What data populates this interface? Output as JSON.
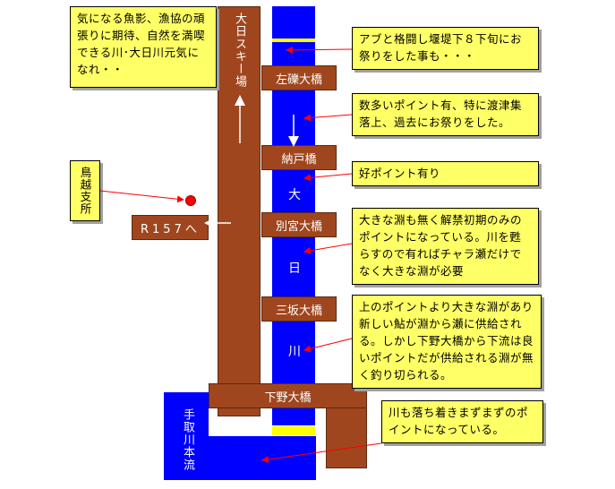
{
  "map": {
    "river_chars": [
      "大",
      "日",
      "川"
    ],
    "main_river_label": "手取川本流",
    "ski_label": "大日スキー場",
    "road_label": "R157へ",
    "office_label": "鳥越支所",
    "bridges": {
      "b1": "左礫大橋",
      "b2": "納戸橋",
      "b3": "別宮大橋",
      "b4": "三坂大橋",
      "b5": "下野大橋"
    }
  },
  "notes": {
    "top_left": "気になる魚影、漁協の頑張りに期待、自然を満喫できる川･大日川元気になれ・・",
    "n1": "アブと格闘し堰堤下８下旬にお祭りをした事も・・・",
    "n2": "数多いポイント有、特に渡津集落上、過去にお祭りをした。",
    "n3": "好ポイント有り",
    "n4": "大きな淵も無く解禁初期のみのポイントになっている。川を甦らすので有ればチャラ瀬だけでなく大きな淵が必要",
    "n5": "上のポイントより大きな淵があり新しい鮎が淵から瀬に供給される。しかし下野大橋から下流は良いポイントだが供給される淵が無く釣り切られる。",
    "n6": "川も落ち着きまずまずのポイントになっている。"
  },
  "colors": {
    "river": "#0000ff",
    "road": "#a0461e",
    "note_bg": "#ffff66",
    "weir": "#ffff00",
    "marker": "#ff0000",
    "leader": "#ff0000"
  }
}
